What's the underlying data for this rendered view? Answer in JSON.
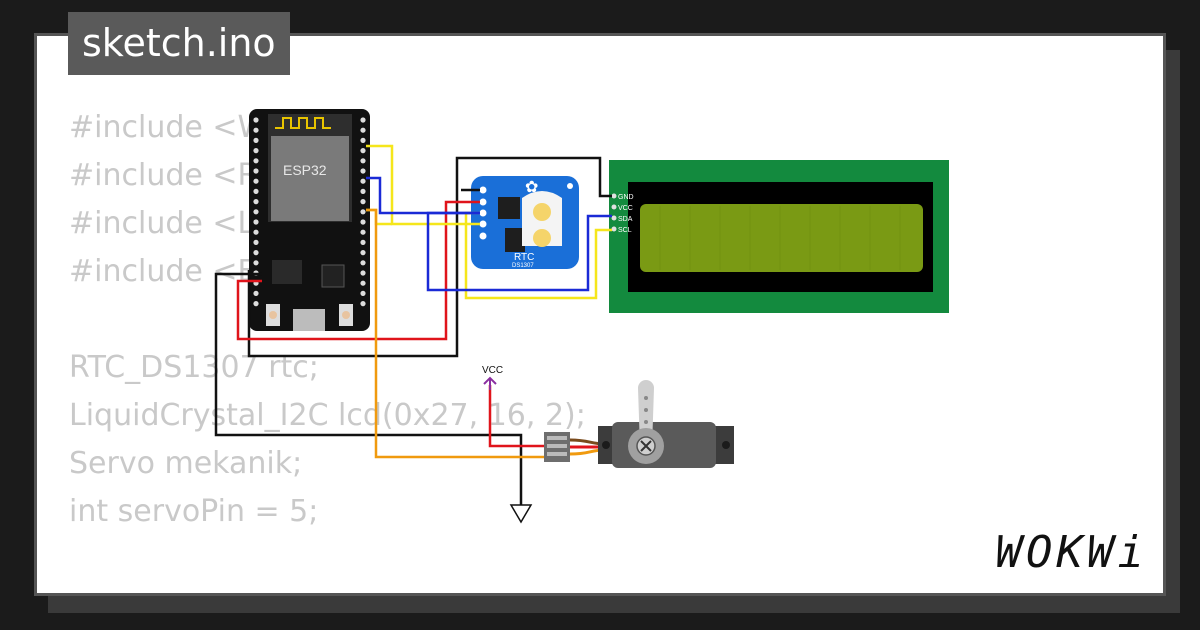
{
  "sketch": {
    "filename": "sketch.ino",
    "code_lines": [
      "#include <Wi",
      "#include <RT",
      "#include <Li",
      "#include <ES",
      "",
      "RTC_DS1307 rtc;",
      "LiquidCrystal_I2C lcd(0x27, 16, 2);",
      "Servo mekanik;",
      "int servoPin = 5;",
      ""
    ]
  },
  "branding": {
    "logo_text": "WOKWi"
  },
  "diagram": {
    "esp32": {
      "label": "ESP32"
    },
    "rtc": {
      "label": "RTC",
      "part": "DS1307"
    },
    "lcd": {
      "pins": [
        "GND",
        "VCC",
        "SDA",
        "SCL"
      ]
    },
    "power": {
      "vcc_label": "VCC"
    }
  },
  "colors": {
    "lcd_board": "#138a3e",
    "lcd_screen": "#7a9a14",
    "rtc_board": "#1a6fd8",
    "wire_red": "#e0141b",
    "wire_yellow": "#f5e61b",
    "wire_blue": "#1a2ad6",
    "wire_black": "#111111",
    "wire_orange": "#f09a0f",
    "vcc": "#8a2ea0"
  }
}
